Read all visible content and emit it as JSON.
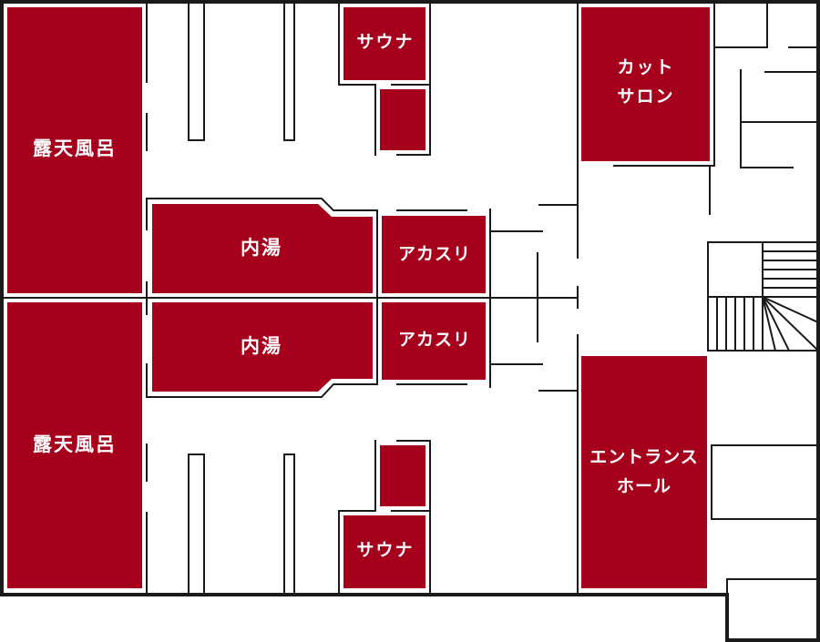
{
  "colors": {
    "room_fill": "#a5001c",
    "wall": "#1a1a1a",
    "background": "#ffffff",
    "text": "#ffffff"
  },
  "rooms": {
    "outdoor_bath_top": "露天風呂",
    "outdoor_bath_bottom": "露天風呂",
    "indoor_bath_top": "内湯",
    "indoor_bath_bottom": "内湯",
    "scrub_top": "アカスリ",
    "scrub_bottom": "アカスリ",
    "sauna_top": "サウナ",
    "sauna_bottom": "サウナ",
    "salon": "カット\nサロン",
    "entrance_hall": "エントランス\nホール"
  }
}
